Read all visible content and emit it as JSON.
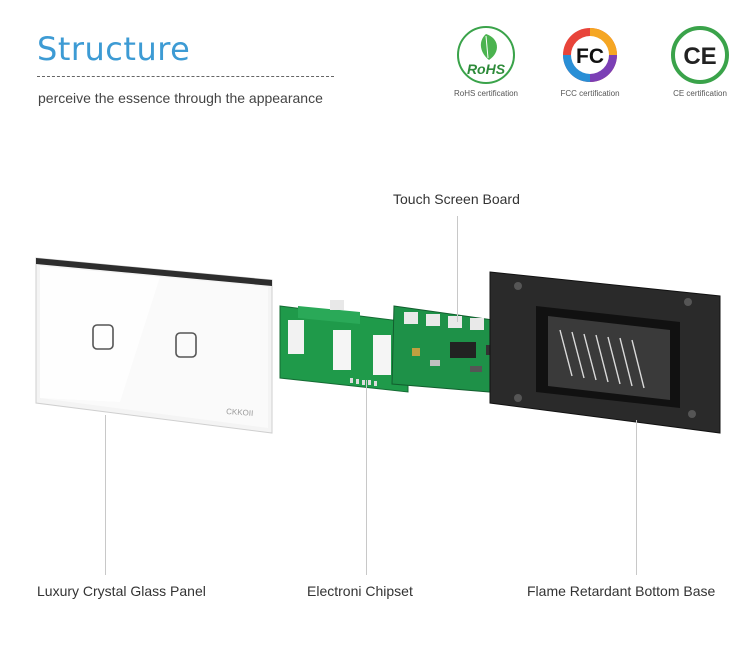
{
  "header": {
    "title": "Structure",
    "subtitle": "perceive the essence through the appearance"
  },
  "certifications": [
    {
      "mark": "RoHS",
      "label": "RoHS certification",
      "icon": "rohs-leaf-icon"
    },
    {
      "mark": "FC",
      "label": "FCC certification",
      "icon": "fcc-logo-icon"
    },
    {
      "mark": "CE",
      "label": "CE certification",
      "icon": "ce-logo-icon"
    }
  ],
  "panel": {
    "brand": "CKKOII"
  },
  "callouts": {
    "touch_board": "Touch Screen Board",
    "glass_panel": "Luxury Crystal Glass Panel",
    "chipset": "Electroni Chipset",
    "bottom_base": "Flame Retardant Bottom Base"
  },
  "colors": {
    "title": "#3d9bd4",
    "pcb_green": "#1f9a4a",
    "base": "#2a2a2a"
  }
}
